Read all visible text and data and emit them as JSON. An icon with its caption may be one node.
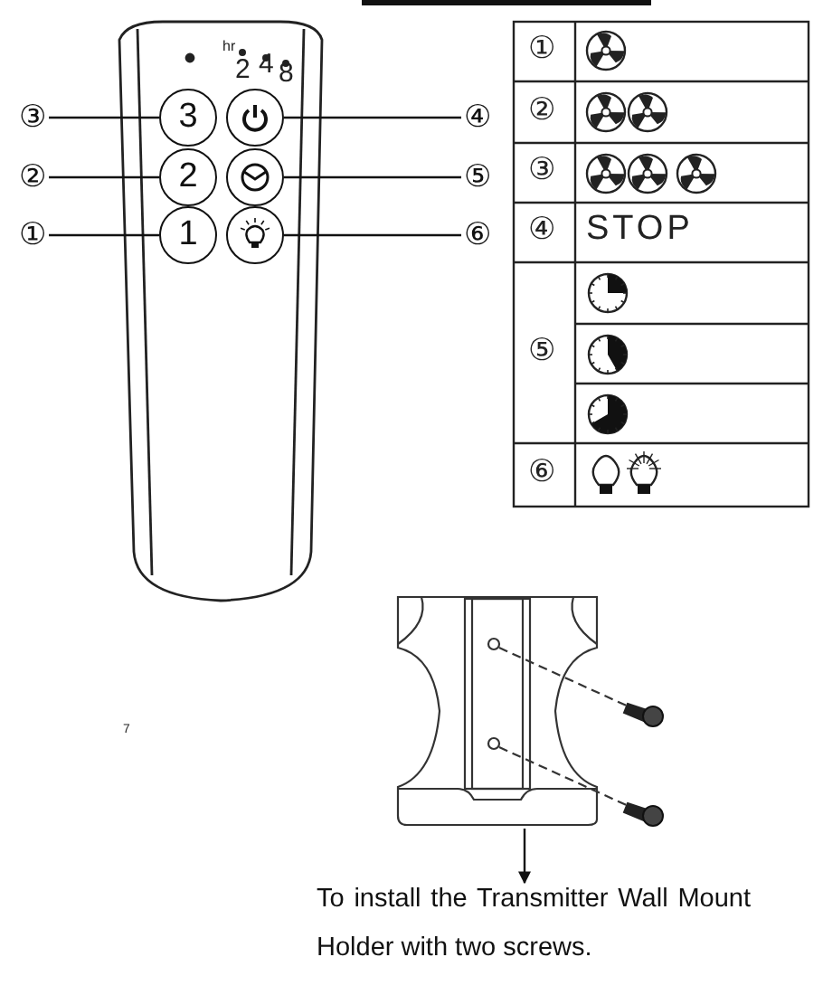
{
  "diagram": {
    "nodes": [
      {
        "text": [
          "③"
        ]
      },
      {
        "text": [
          "3"
        ]
      },
      {
        "text": [
          "④"
        ]
      },
      {
        "text": [],
        "shape": "circle"
      },
      {
        "text": [
          "②"
        ]
      },
      {
        "text": [
          "2"
        ]
      },
      {
        "text": [
          "⑤"
        ]
      },
      {
        "text": [],
        "shape": "circle"
      },
      {
        "text": [
          "①"
        ]
      },
      {
        "text": [
          "1"
        ]
      },
      {
        "text": [
          "⑥"
        ]
      },
      {
        "text": [],
        "shape": "circle"
      },
      {
        "text": [],
        "shape": "picture"
      },
      {
        "text": [
          "To install the Transmitter Wall Mount Holder with two screws."
        ]
      }
    ],
    "edges": [
      {
        "from": 0,
        "to": 1,
        "arrow": "none"
      },
      {
        "from": 2,
        "to": 3,
        "arrow": "none"
      },
      {
        "from": 4,
        "to": 5,
        "arrow": "none"
      },
      {
        "from": 6,
        "to": 7,
        "arrow": "none"
      },
      {
        "from": 8,
        "to": 9,
        "arrow": "none"
      },
      {
        "from": 10,
        "to": 11,
        "arrow": "none"
      },
      {
        "from": 12,
        "to": 13,
        "arrow": "to"
      }
    ],
    "labels": [
      "hr",
      "2",
      "4",
      "8",
      "①",
      "②",
      "③",
      "④",
      "STOP",
      "⑤",
      "⑥",
      "7"
    ]
  }
}
